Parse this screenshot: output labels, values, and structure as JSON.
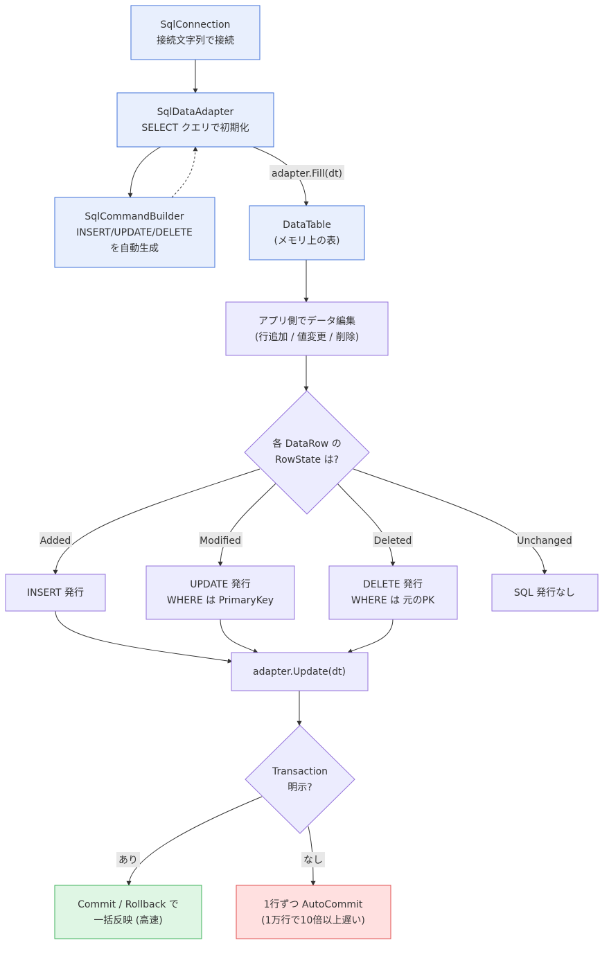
{
  "colors": {
    "blue_fill": "#e8effd",
    "blue_stroke": "#3f72d9",
    "purple_fill": "#ececfe",
    "purple_stroke": "#9370db",
    "green_fill": "#dff6e4",
    "green_stroke": "#3fb25b",
    "red_fill": "#ffe0e0",
    "red_stroke": "#e05050",
    "edge": "#333333",
    "label_bg": "#e8e8e8"
  },
  "nodes": {
    "sqlconnection": [
      "SqlConnection",
      "接続文字列で接続"
    ],
    "sqldataadapter": [
      "SqlDataAdapter",
      "SELECT クエリで初期化"
    ],
    "sqlcommandbuilder": [
      "SqlCommandBuilder",
      "INSERT/UPDATE/DELETE",
      "を自動生成"
    ],
    "datatable": [
      "DataTable",
      "(メモリ上の表)"
    ],
    "app_edit": [
      "アプリ側でデータ編集",
      "(行追加 / 値変更 / 削除)"
    ],
    "rowstate": [
      "各 DataRow の",
      "RowState は?"
    ],
    "insert": [
      "INSERT 発行"
    ],
    "update_cmd": [
      "UPDATE 発行",
      "WHERE は PrimaryKey"
    ],
    "delete_cmd": [
      "DELETE 発行",
      "WHERE は 元のPK"
    ],
    "no_sql": [
      "SQL 発行なし"
    ],
    "adapter_update": [
      "adapter.Update(dt)"
    ],
    "transaction": [
      "Transaction",
      "明示?"
    ],
    "commit": [
      "Commit / Rollback で",
      "一括反映 (高速)"
    ],
    "autocommit": [
      "1行ずつ AutoCommit",
      "(1万行で10倍以上遅い)"
    ]
  },
  "edge_labels": {
    "fill": "adapter.Fill(dt)",
    "added": "Added",
    "modified": "Modified",
    "deleted": "Deleted",
    "unchanged": "Unchanged",
    "yes": "あり",
    "no": "なし"
  }
}
